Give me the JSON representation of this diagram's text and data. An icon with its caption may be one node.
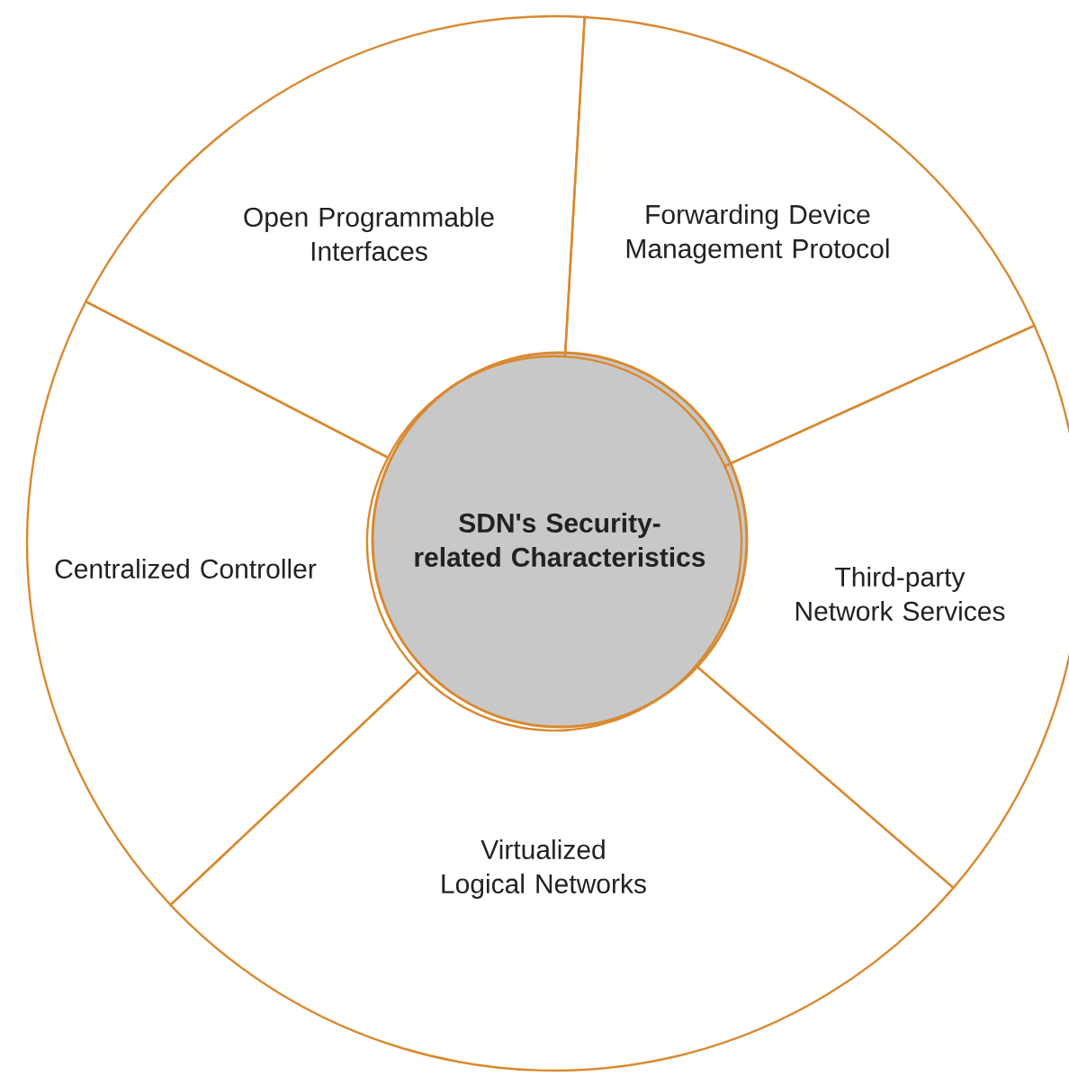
{
  "diagram": {
    "nodes": [
      {
        "text": [
          "SDN's Security-related Characteristics"
        ]
      },
      {
        "text": [
          "Open Programmable Interfaces"
        ]
      },
      {
        "text": [
          "Forwarding Device Management Protocol"
        ]
      },
      {
        "text": [
          "Centralized Controller"
        ]
      },
      {
        "text": [
          "Third-party Network Services"
        ]
      },
      {
        "text": [
          "Virtualized Logical Networks"
        ]
      }
    ]
  }
}
